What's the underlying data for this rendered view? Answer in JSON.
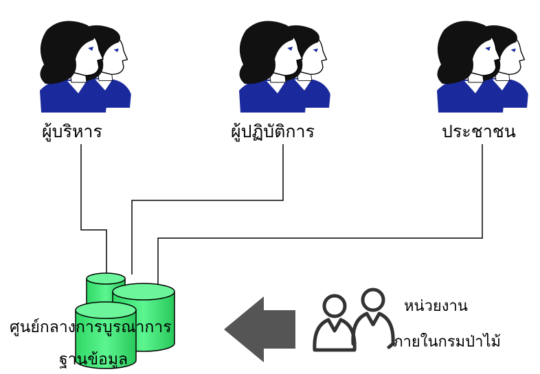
{
  "diagram": {
    "users": [
      {
        "label": "ผู้บริหาร",
        "icon": "user-group-icon"
      },
      {
        "label": "ผู้ปฏิบัติการ",
        "icon": "user-group-icon"
      },
      {
        "label": "ประชาชน",
        "icon": "user-group-icon"
      }
    ],
    "hub": {
      "line1": "ศูนย์กลางการบูรณาการ",
      "line2": "ฐานข้อมูล",
      "icon": "database-cylinders-icon"
    },
    "department": {
      "line1": "หน่วยงาน",
      "line2": "ภายในกรมป่าไม้",
      "icon": "people-outline-icon"
    },
    "arrow": {
      "icon": "arrow-left-icon",
      "color": "#555555"
    },
    "colors": {
      "hair": "#111111",
      "shirt": "#1a2a9c",
      "database": "#3df07a",
      "line": "#000000"
    }
  }
}
